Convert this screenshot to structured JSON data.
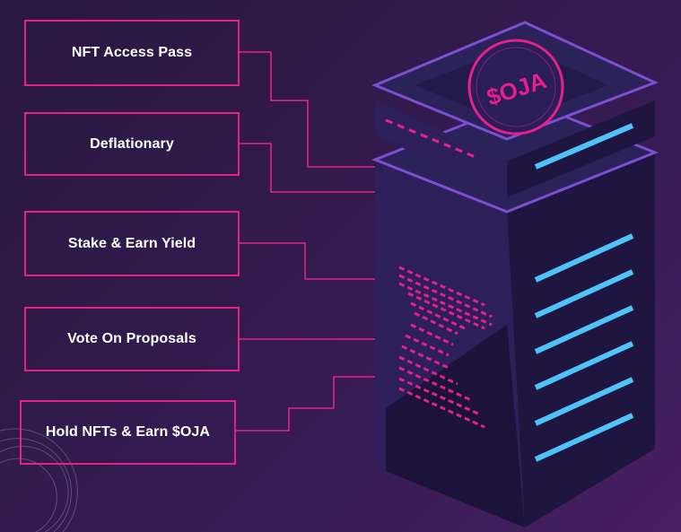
{
  "diagram": {
    "features": [
      {
        "label": "NFT Access Pass"
      },
      {
        "label": "Deflationary"
      },
      {
        "label": "Stake & Earn Yield"
      },
      {
        "label": "Vote On Proposals"
      },
      {
        "label": "Hold NFTs & Earn $OJA"
      }
    ],
    "server": {
      "logo_text": "$OJA",
      "logo_icon": "oja-token-seal-icon"
    }
  },
  "colors": {
    "background": "#2e1a46",
    "accent_pink": "#e6208a",
    "accent_blue": "#4fc3f7",
    "server_face": "#241a4a",
    "server_top": "#2a2258"
  }
}
